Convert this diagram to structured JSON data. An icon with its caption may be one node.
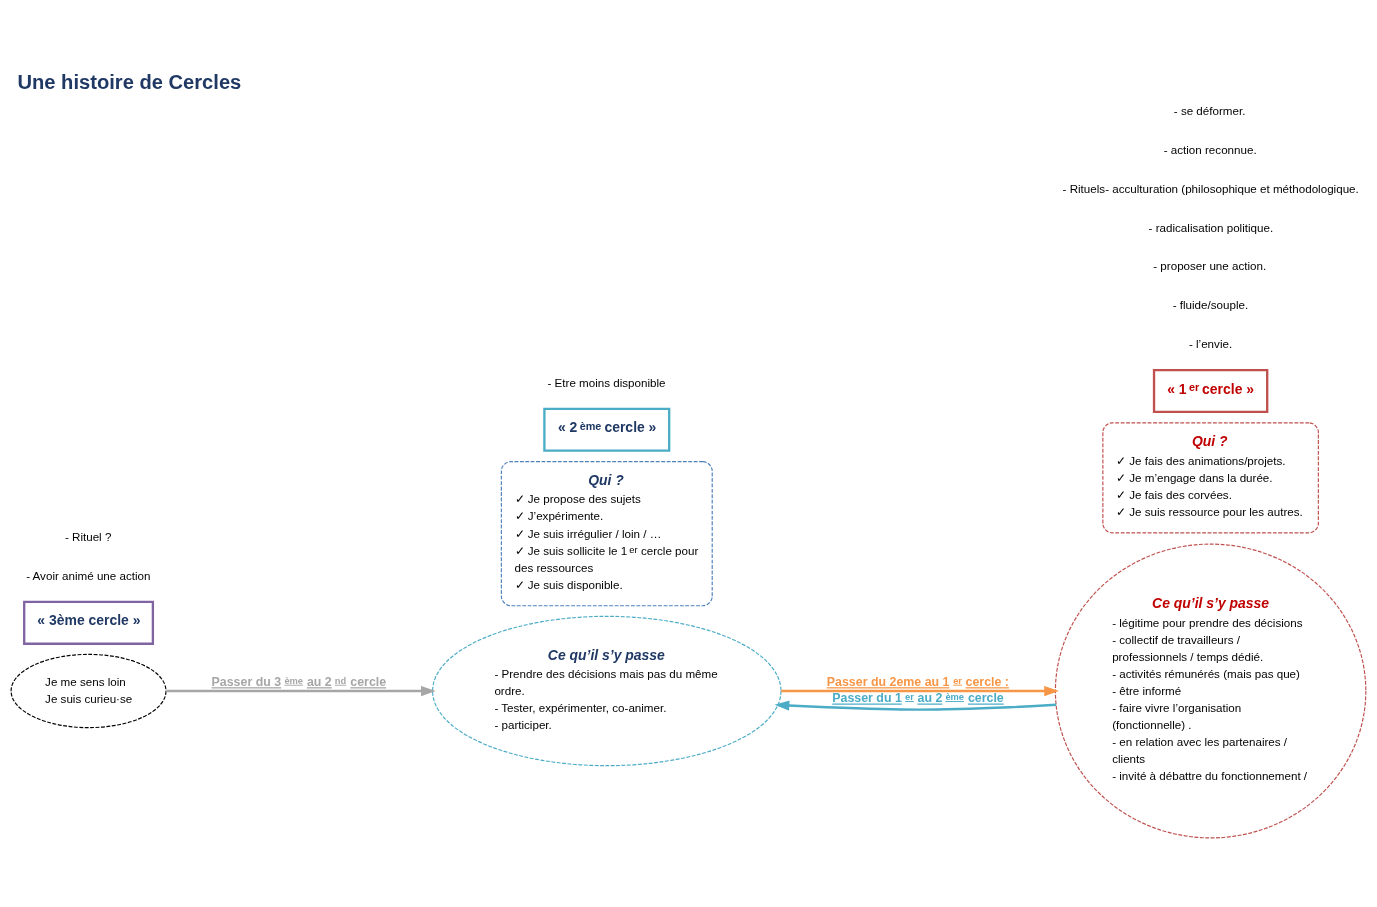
{
  "diagram": {
    "title": "Une histoire de Cercles",
    "nodes": [
      {
        "text": [
          "Je me sens loin",
          "Je suis curieu·se"
        ]
      },
      {
        "text": [
          "« 3ème cercle »"
        ]
      },
      {
        "text": [
          "Qui ?",
          "✓ Je propose des sujets",
          "✓ J’expérimente.",
          "✓ Je suis irrégulier / loin / …",
          "✓ Je suis sollicite le 1$^{er}$ cercle pour des ressources",
          "✓ Je suis disponible."
        ]
      },
      {
        "text": [
          "Ce qu’il s’y passe",
          "- Prendre des décisions mais pas du même ordre.",
          "- Tester, expérimenter, co-animer.",
          "- participer."
        ]
      },
      {
        "text": [
          "« 2$^{ème}$ cercle »"
        ]
      },
      {
        "text": [
          "Qui ?",
          "✓ Je fais des animations/projets.",
          "✓ Je m’engage dans la durée.",
          "✓ Je fais des corvées.",
          "✓ Je suis ressource pour les autres."
        ]
      },
      {
        "text": [
          "Ce qu’il s’y passe",
          "- légitime pour prendre des décisions",
          "- collectif de travailleurs / professionnels / temps dédié.",
          "- activités rémunérés (mais pas que)",
          "- être informé",
          "- faire vivre l’organisation (fonctionnelle) .",
          "- en relation avec les partenaires / clients",
          "- invité à débattre du fonctionnement /"
        ]
      },
      {
        "text": [
          "« 1$^{er}$ cercle »"
        ]
      }
    ],
    "edges": [
      {
        "from": 0,
        "to": 3,
        "arrow": "to",
        "label": "Passer du 3$^{ème}$ au 2$^{nd}$ cercle",
        "color": "#a6a6a6"
      },
      {
        "from": 3,
        "to": 6,
        "arrow": "to",
        "label": "Passer du 2eme au 1$^{er}$ cercle :",
        "color": "#f79646"
      },
      {
        "from": 6,
        "to": 3,
        "arrow": "to",
        "label": "Passer du 1$^{er}$ au 2$^{ème}$ cercle",
        "color": "#4bacc6"
      }
    ],
    "labels": [
      "- Avoir animé une action",
      "- Rituel ?",
      "- l’envie.",
      "- fluide/souple.",
      "- proposer une action.",
      "- radicalisation politique.",
      "- Rituels- acculturation (philosophique et méthodologique.",
      "- action reconnue.",
      "- se déformer.",
      "- Etre moins disponible"
    ]
  }
}
